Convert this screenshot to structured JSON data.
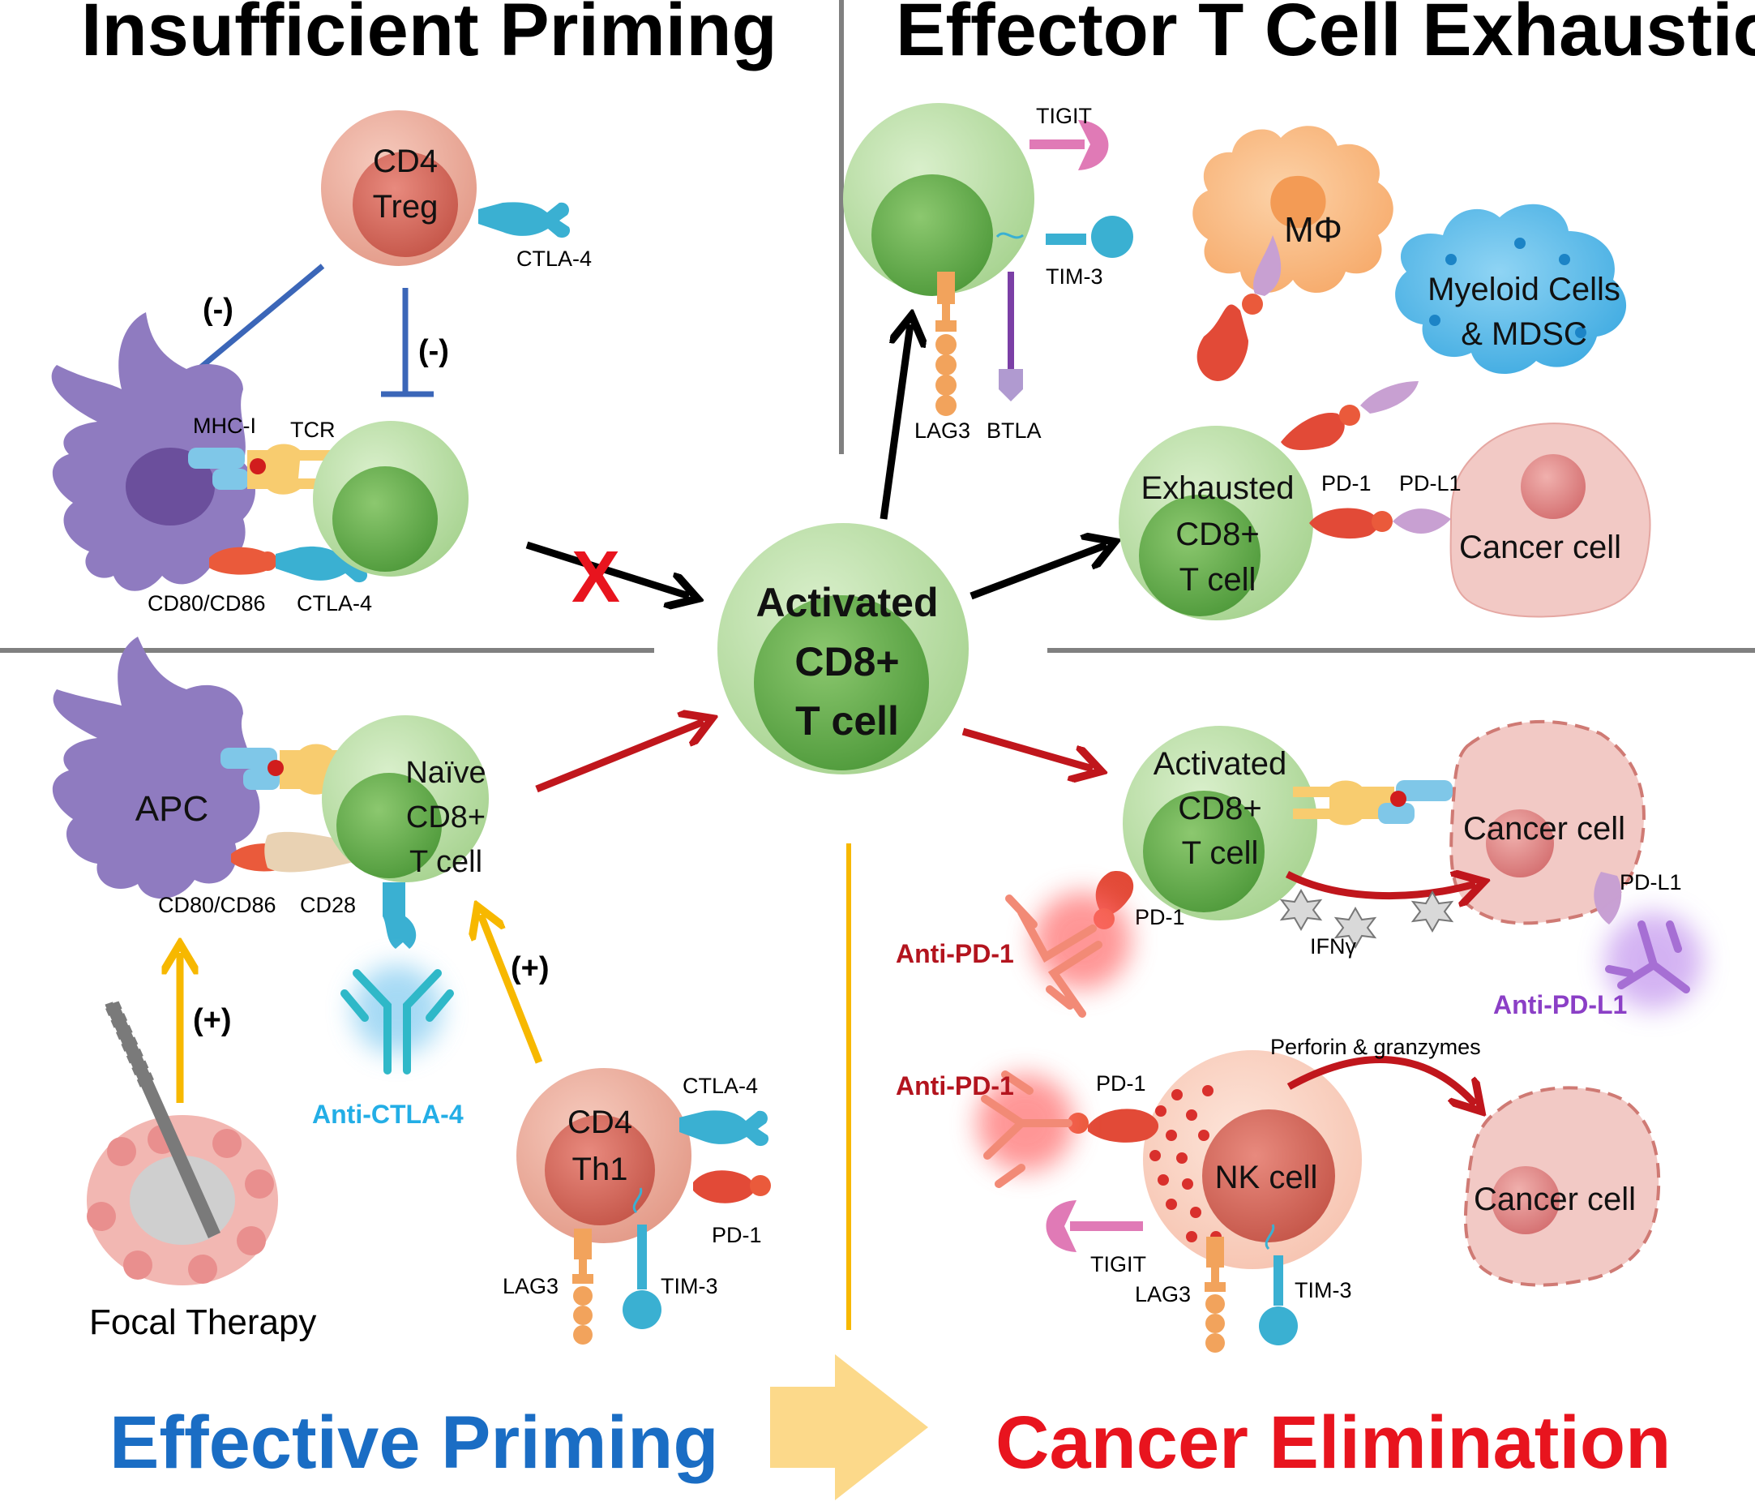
{
  "headings": {
    "insufficient": "Insufficient Priming",
    "exhaustion": "Effector T Cell Exhaustion",
    "effective": "Effective Priming",
    "elimination": "Cancer Elimination"
  },
  "cells": {
    "cd4_treg_line1": "CD4",
    "cd4_treg_line2": "Treg",
    "naive_line1": "Naïve",
    "naive_line2": "CD8+",
    "naive_line3": "T cell",
    "apc": "APC",
    "activated_center_line1": "Activated",
    "activated_center_line2": "CD8+",
    "activated_center_line3": "T cell",
    "macrophage": "MΦ",
    "myeloid_line1": "Myeloid Cells",
    "myeloid_line2": "& MDSC",
    "exhausted_line1": "Exhausted",
    "exhausted_line2": "CD8+",
    "exhausted_line3": "T cell",
    "cancer_cell": "Cancer cell",
    "activated_right_line1": "Activated",
    "activated_right_line2": "CD8+",
    "activated_right_line3": "T cell",
    "cd4_th1_line1": "CD4",
    "cd4_th1_line2": "Th1",
    "nk_cell": "NK cell"
  },
  "labels": {
    "ctla4": "CTLA-4",
    "minus": "(-)",
    "plus": "(+)",
    "mhc1": "MHC-I",
    "tcr": "TCR",
    "cd80_cd86": "CD80/CD86",
    "cd28": "CD28",
    "tigit": "TIGIT",
    "tim3": "TIM-3",
    "lag3": "LAG3",
    "btla": "BTLA",
    "pd1": "PD-1",
    "pdl1": "PD-L1",
    "ifng": "IFNγ",
    "perforin": "Perforin & granzymes",
    "focal_therapy": "Focal Therapy",
    "blocked_mark": "X"
  },
  "drugs": {
    "anti_ctla4": "Anti-CTLA-4",
    "anti_pd1": "Anti-PD-1",
    "anti_pdl1": "Anti-PD-L1"
  },
  "colors": {
    "heading_black": "#000000",
    "effective_blue": "#1a6dc4",
    "elimination_red": "#e8141e",
    "anti_ctla4_cyan": "#23aee6",
    "anti_pd1_darkred": "#b3141e",
    "anti_pdl1_purple": "#8b3fc6",
    "t_cell_green": "#b6dba0",
    "treg_pink": "#e9a394",
    "apc_purple": "#8f7bc0",
    "cancer_pink": "#f2c9c5",
    "yellow_arrow": "#f7b800",
    "red_arrow": "#c0161c"
  }
}
